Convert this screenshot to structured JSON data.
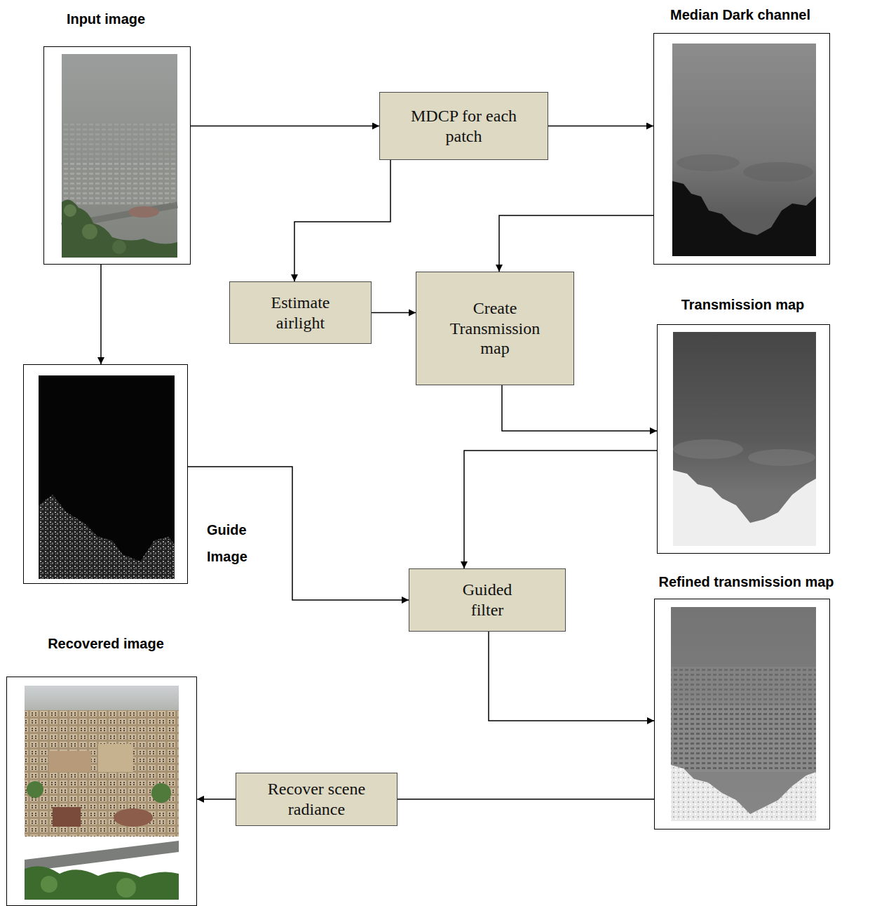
{
  "diagram": {
    "nodes": [
      {
        "text": [
          "Input image"
        ]
      },
      {
        "text": [
          "MDCP for each patch"
        ]
      },
      {
        "text": [
          "Median Dark channel"
        ]
      },
      {
        "text": [
          "Estimate airlight"
        ]
      },
      {
        "text": [
          "Create Transmission map"
        ]
      },
      {
        "text": [
          "Transmission map"
        ]
      },
      {
        "text": [
          "Guide Image"
        ]
      },
      {
        "text": [
          "Guided filter"
        ]
      },
      {
        "text": [
          "Refined transmission map"
        ]
      },
      {
        "text": [
          "Recovered image"
        ]
      },
      {
        "text": [
          "Recover scene radiance"
        ]
      }
    ],
    "edges": [
      {
        "from": 0,
        "to": 1,
        "arrow": "to"
      },
      {
        "from": 1,
        "to": 2,
        "arrow": "to"
      },
      {
        "from": 1,
        "to": 3,
        "arrow": "to"
      },
      {
        "from": 2,
        "to": 4,
        "arrow": "to"
      },
      {
        "from": 3,
        "to": 4,
        "arrow": "to"
      },
      {
        "from": 4,
        "to": 5,
        "arrow": "to"
      },
      {
        "from": 0,
        "to": 6,
        "arrow": "to"
      },
      {
        "from": 6,
        "to": 7,
        "arrow": "to"
      },
      {
        "from": 5,
        "to": 7,
        "arrow": "to"
      },
      {
        "from": 7,
        "to": 8,
        "arrow": "to"
      },
      {
        "from": 8,
        "to": 10,
        "arrow": "none"
      },
      {
        "from": 10,
        "to": 9,
        "arrow": "to"
      }
    ]
  }
}
